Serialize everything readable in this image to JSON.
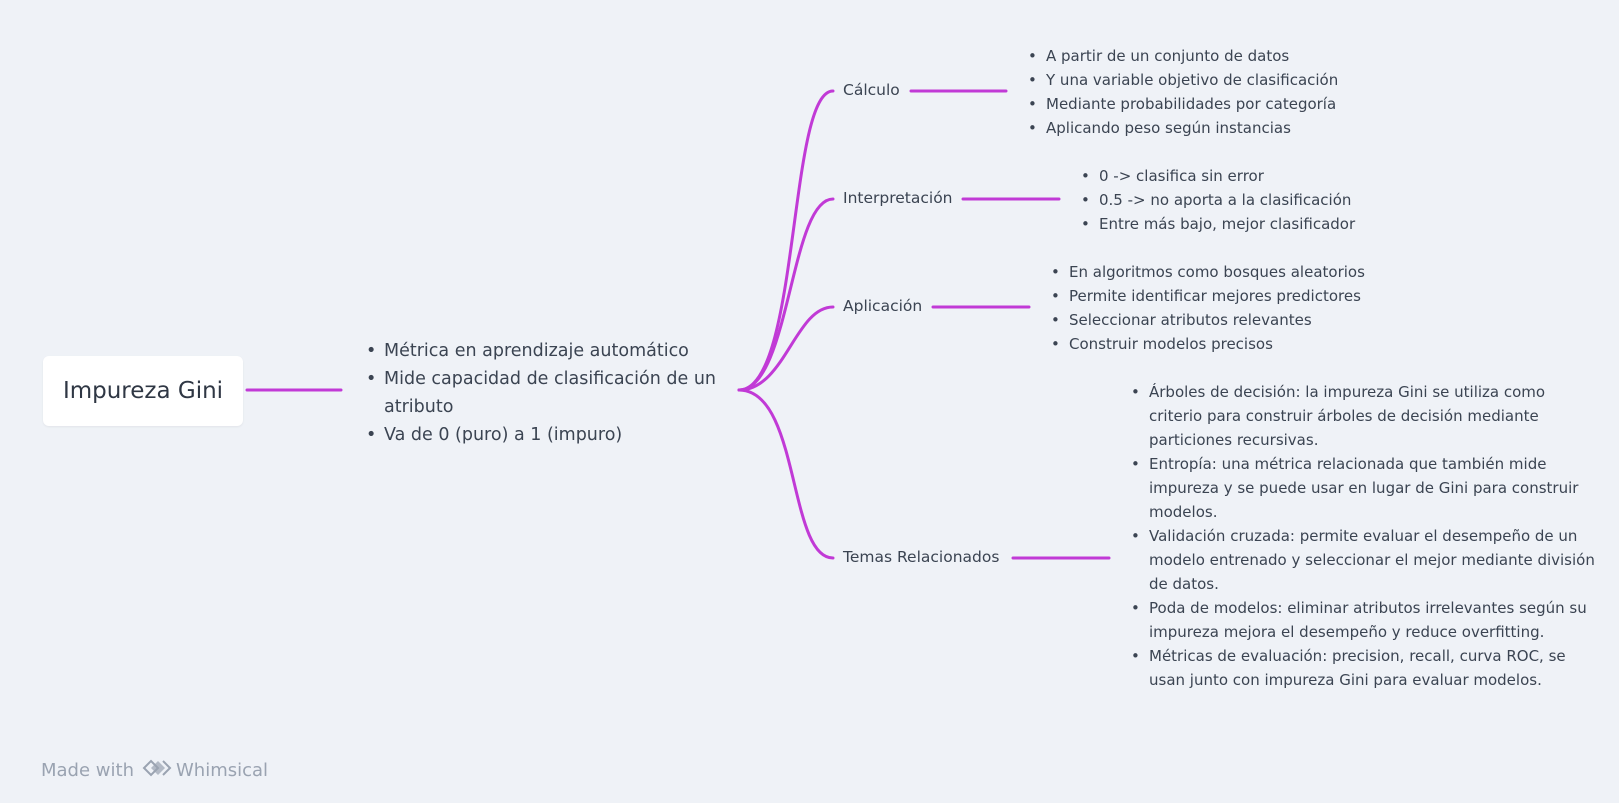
{
  "root": {
    "label": "Impureza Gini"
  },
  "summary": [
    "Métrica en aprendizaje automático",
    "Mide capacidad de clasificación de un atributo",
    "Va de 0 (puro) a 1 (impuro)"
  ],
  "branches": [
    {
      "label": "Cálculo",
      "items": [
        "A partir de un conjunto de datos",
        "Y una variable objetivo de clasificación",
        "Mediante probabilidades por categoría",
        "Aplicando peso según instancias"
      ]
    },
    {
      "label": "Interpretación",
      "items": [
        "0 -> clasifica sin error",
        "0.5 -> no aporta a la clasificación",
        "Entre más bajo, mejor clasificador"
      ]
    },
    {
      "label": "Aplicación",
      "items": [
        "En algoritmos como bosques aleatorios",
        "Permite identificar mejores predictores",
        "Seleccionar atributos relevantes",
        "Construir modelos precisos"
      ]
    },
    {
      "label": "Temas Relacionados",
      "items": [
        "Árboles de decisión: la impureza Gini se utiliza como criterio para construir árboles de decisión mediante particiones recursivas.",
        "Entropía: una métrica relacionada que también mide impureza y se puede usar en lugar de Gini para construir modelos.",
        "Validación cruzada: permite evaluar el desempeño de un modelo entrenado y seleccionar el mejor mediante división de datos.",
        "Poda de modelos: eliminar atributos irrelevantes según su impureza mejora el desempeño y reduce overfitting.",
        "Métricas de evaluación: precision, recall, curva ROC, se usan junto con impureza Gini para evaluar modelos."
      ]
    }
  ],
  "footer": {
    "made_with": "Made with",
    "brand": "Whimsical"
  },
  "colors": {
    "connector": "#c13ad6",
    "background": "#eff2f7",
    "text": "#3b4452",
    "footer": "#9aa3b1"
  }
}
